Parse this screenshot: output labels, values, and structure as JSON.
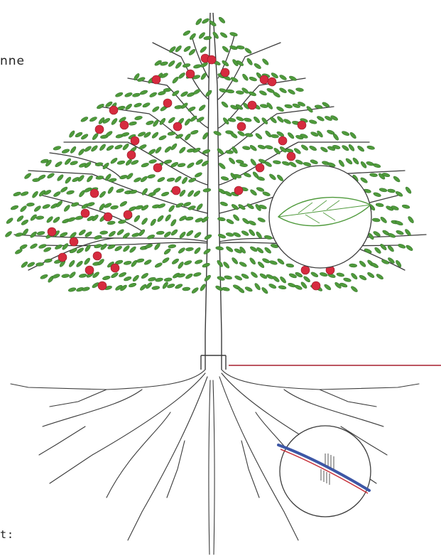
{
  "labels": {
    "top_fragment": "nne",
    "bottom_fragment": "t:"
  },
  "colors": {
    "background": "#ffffff",
    "outline": "#3a3a3a",
    "leaf": "#4f9a3c",
    "leaf_dark": "#2f6e25",
    "apple": "#d62b3f",
    "marker_line": "#a51d2d",
    "root_inset_blue": "#3d57a6",
    "root_inset_red": "#c8343d"
  },
  "icons": {
    "tree": "apple-tree-illustration",
    "leaf_inset": "leaf-magnifier-icon",
    "root_inset": "root-magnifier-icon"
  }
}
